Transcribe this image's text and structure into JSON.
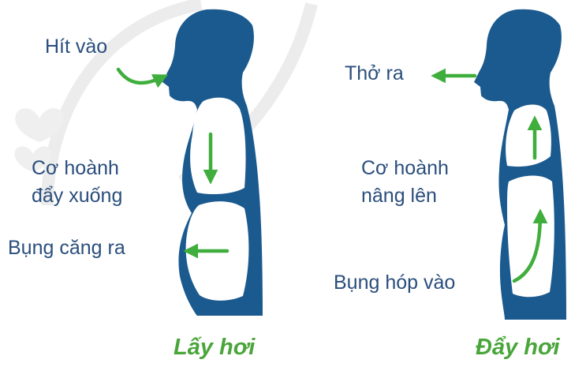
{
  "colors": {
    "body": "#1b5a8e",
    "arrow": "#3fae3c",
    "label": "#2a4e7c",
    "caption": "#4aa53b",
    "watermark": "#ececec"
  },
  "left": {
    "inhale_label": "Hít vào",
    "diaphragm_label_line1": "Cơ hoành",
    "diaphragm_label_line2": "đẩy xuống",
    "belly_label": "Bụng căng ra",
    "caption": "Lấy hơi"
  },
  "right": {
    "exhale_label": "Thở ra",
    "diaphragm_label_line1": "Cơ hoành",
    "diaphragm_label_line2": "nâng lên",
    "belly_label": "Bụng hóp vào",
    "caption": "Đẩy hơi"
  }
}
